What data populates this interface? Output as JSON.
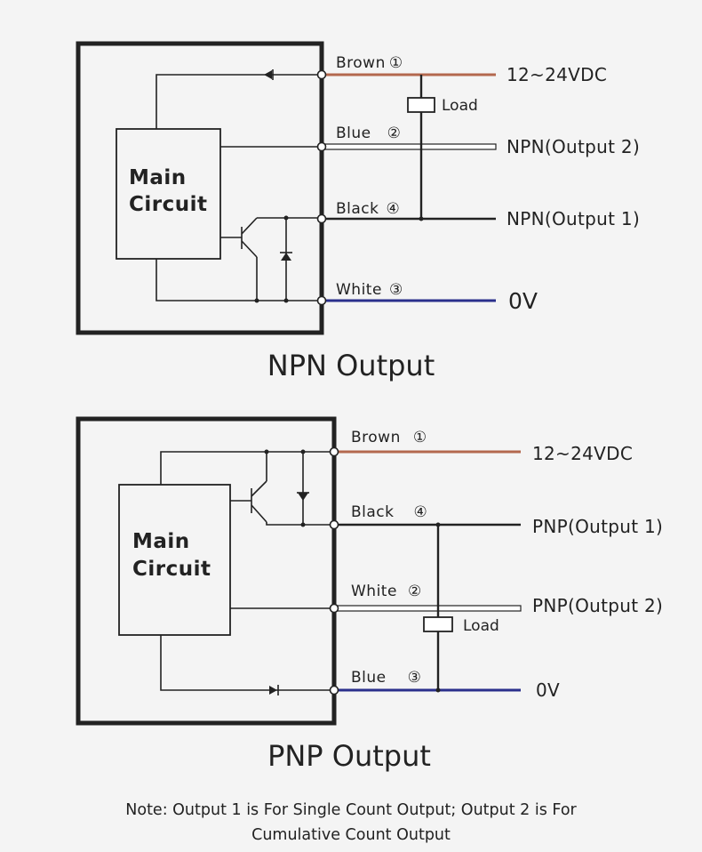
{
  "colors": {
    "brown": "#b3684e",
    "blue": "#2a2f8c",
    "black": "#222222",
    "white_wire_outline": "#222222",
    "background": "#f4f4f4"
  },
  "npn": {
    "title": "NPN Output",
    "main_circuit": [
      "Main",
      "Circuit"
    ],
    "load": "Load",
    "wires": [
      {
        "color_name": "Brown",
        "pin": "①",
        "output": "12~24VDC"
      },
      {
        "color_name": "Blue",
        "pin": "②",
        "output": "NPN(Output 2)"
      },
      {
        "color_name": "Black",
        "pin": "④",
        "output": "NPN(Output 1)"
      },
      {
        "color_name": "White",
        "pin": "③",
        "output": "0V"
      }
    ]
  },
  "pnp": {
    "title": "PNP Output",
    "main_circuit": [
      "Main",
      "Circuit"
    ],
    "load": "Load",
    "wires": [
      {
        "color_name": "Brown",
        "pin": "①",
        "output": "12~24VDC"
      },
      {
        "color_name": "Black",
        "pin": "④",
        "output": "PNP(Output 1)"
      },
      {
        "color_name": "White",
        "pin": "②",
        "output": "PNP(Output 2)"
      },
      {
        "color_name": "Blue",
        "pin": "③",
        "output": "0V"
      }
    ]
  },
  "note": {
    "line1": "Note: Output 1 is For Single Count Output; Output 2 is For",
    "line2": "Cumulative Count Output"
  }
}
